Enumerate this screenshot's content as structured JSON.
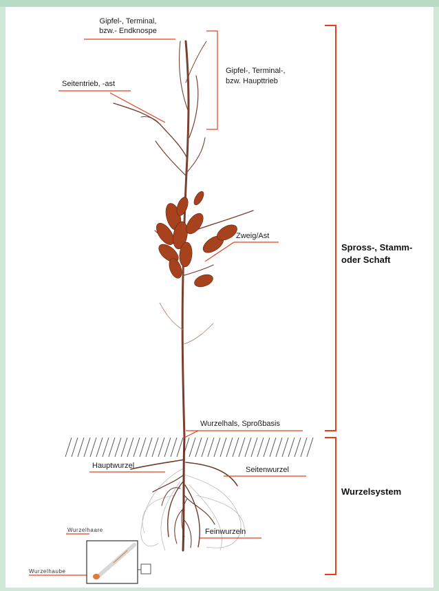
{
  "labels": {
    "gipfel_line1": "Gipfel-, Terminal,",
    "gipfel_line2": "bzw.- Endknospe",
    "haupttrieb_line1": "Gipfel-, Terminal-,",
    "haupttrieb_line2": "bzw. Haupttrieb",
    "seitentrieb": "Seitentrieb, -ast",
    "zweig": "Zweig/Ast",
    "spross_line1": "Spross-, Stamm-",
    "spross_line2": "oder Schaft",
    "wurzelhals": "Wurzelhals, Sproßbasis",
    "hauptwurzel": "Hauptwurzel",
    "seitenwurzel": "Seitenwurzel",
    "wurzelsystem": "Wurzelsystem",
    "feinwurzeln": "Feinwurzeln",
    "wurzelhaare": "Wurzelhaare",
    "wurzelhaube": "Wurzelhaube"
  },
  "colors": {
    "bracket": "#e2401c",
    "leader": "#e2401c",
    "stem": "#7a4030",
    "leaf": "#a7421f",
    "root": "#6b3a2a"
  }
}
